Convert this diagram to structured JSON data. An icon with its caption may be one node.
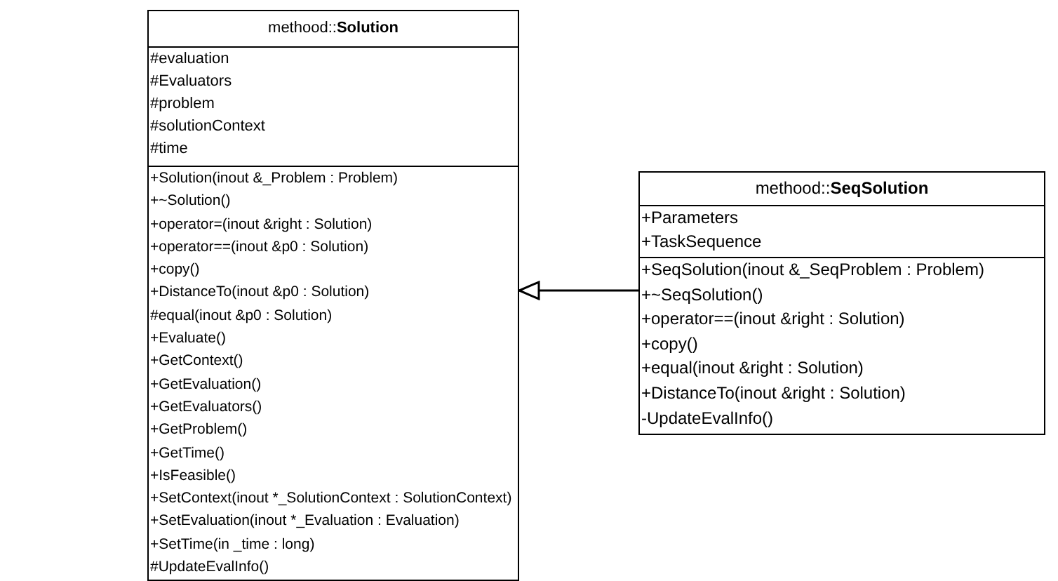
{
  "diagram": {
    "nodes": [
      {
        "text": [
          "methood::**Solution**"
        ]
      },
      {
        "text": [
          "#evaluation",
          "#Evaluators",
          "#problem",
          "#solutionContext",
          "#time"
        ],
        "in": 0
      },
      {
        "text": [
          "+Solution(inout &_Problem : Problem)",
          "+~Solution()",
          "+operator=(inout &right : Solution)",
          "+operator==(inout &p0 : Solution)",
          "+copy()",
          "+DistanceTo(inout &p0 : Solution)",
          "#equal(inout &p0 : Solution)",
          "+Evaluate()",
          "+GetContext()",
          "+GetEvaluation()",
          "+GetEvaluators()",
          "+GetProblem()",
          "+GetTime()",
          "+IsFeasible()",
          "+SetContext(inout *_SolutionContext : SolutionContext)",
          "+SetEvaluation(inout *_Evaluation : Evaluation)",
          "+SetTime(in _time : long)",
          "#UpdateEvalInfo()"
        ],
        "in": 0
      },
      {
        "text": [
          "methood::**SeqSolution**"
        ]
      },
      {
        "text": [
          "+Parameters",
          "+TaskSequence"
        ],
        "in": 3
      },
      {
        "text": [
          "+SeqSolution(inout &_SeqProblem : Problem)",
          "+~SeqSolution()",
          "+operator==(inout &right : Solution)",
          "+copy()",
          "+equal(inout &right : Solution)",
          "+DistanceTo(inout &right : Solution)",
          "-UpdateEvalInfo()"
        ],
        "in": 3
      }
    ],
    "edges": [
      {
        "from": 3,
        "to": 0,
        "arrow": "to"
      }
    ]
  }
}
